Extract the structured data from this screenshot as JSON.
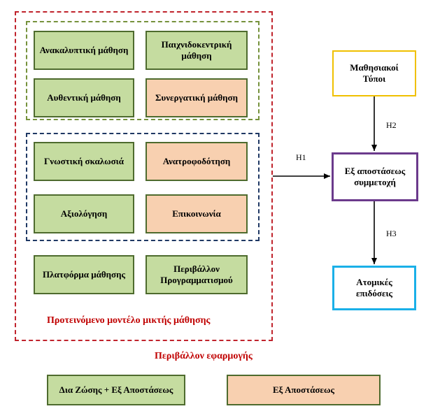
{
  "group_model": {
    "caption": "Προτεινόμενο μοντέλο μικτής μάθησης",
    "top_group": [
      {
        "label": "Ανακαλυπτική μάθηση",
        "style": "green"
      },
      {
        "label": "Παιχνιδοκεντρική μάθηση",
        "style": "green"
      },
      {
        "label": "Αυθεντική μάθηση",
        "style": "green"
      },
      {
        "label": "Συνεργατική μάθηση",
        "style": "orange"
      }
    ],
    "middle_group": [
      {
        "label": "Γνωστική σκαλωσιά",
        "style": "green"
      },
      {
        "label": "Ανατροφοδότηση",
        "style": "orange"
      },
      {
        "label": "Αξιολόγηση",
        "style": "green"
      },
      {
        "label": "Επικοινωνία",
        "style": "orange"
      }
    ],
    "bottom_group": [
      {
        "label": "Πλατφόρμα μάθησης",
        "style": "green"
      },
      {
        "label": "Περιβάλλον Προγραμματισμού",
        "style": "orange"
      }
    ]
  },
  "right_chain": {
    "learning_styles": "Μαθησιακοί Τύποι",
    "participation": "Εξ αποστάσεως συμμετοχή",
    "performance": "Ατομικές επιδόσεις",
    "h1": "H1",
    "h2": "H2",
    "h3": "H3"
  },
  "legend": {
    "title": "Περιβάλλον εφαρμογής",
    "hybrid": "Δια Ζώσης + Εξ Αποστάσεως",
    "remote": "Εξ Αποστάσεως"
  },
  "colors": {
    "green_fill": "#c5dca0",
    "orange_fill": "#f8d0b0",
    "red_dash": "#c0232c",
    "olive_dash": "#76923c",
    "navy_dash": "#1f3864",
    "yellow_border": "#f0c000",
    "purple_border": "#6b3a8c",
    "cyan_border": "#1ab0e8"
  }
}
